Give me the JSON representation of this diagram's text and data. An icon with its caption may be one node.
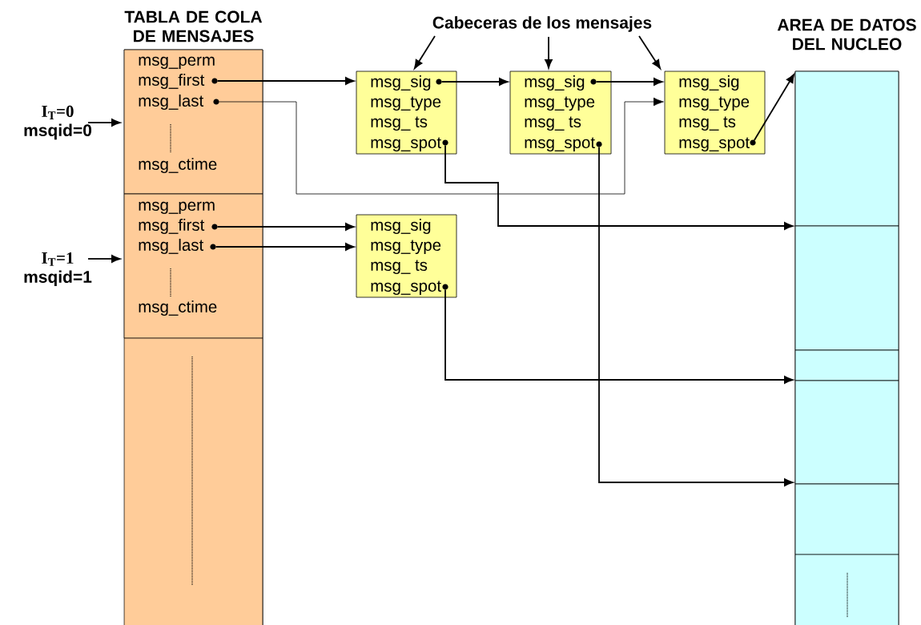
{
  "diagram": {
    "nodes": [
      {
        "text": [
          "TABLA DE COLA DE MENSAJES"
        ]
      },
      {
        "text": [
          "msg_perm",
          "msg_first",
          "msg_last",
          "msg_ctime"
        ],
        "in": 0
      },
      {
        "text": [
          "msg_perm",
          "msg_first",
          "msg_last",
          "msg_ctime"
        ],
        "in": 0
      },
      {
        "text": [],
        "shape": "box",
        "in": 0
      },
      {
        "text": [
          "Cabeceras de los mensajes"
        ]
      },
      {
        "text": [
          "msg_sig",
          "msg_type",
          "msg_ ts",
          "msg_spot"
        ]
      },
      {
        "text": [
          "msg_sig",
          "msg_type",
          "msg_ ts",
          "msg_spot"
        ]
      },
      {
        "text": [
          "msg_sig",
          "msg_type",
          "msg_ ts",
          "msg_spot"
        ]
      },
      {
        "text": [
          "msg_sig",
          "msg_type",
          "msg_ ts",
          "msg_spot"
        ]
      },
      {
        "text": [
          "AREA DE DATOS DEL NUCLEO"
        ]
      },
      {
        "text": [],
        "shape": "box",
        "in": 9
      },
      {
        "text": [],
        "shape": "box",
        "in": 9
      },
      {
        "text": [],
        "shape": "box",
        "in": 9
      },
      {
        "text": [],
        "shape": "box",
        "in": 9
      },
      {
        "text": [],
        "shape": "box",
        "in": 9
      },
      {
        "text": [],
        "shape": "box",
        "in": 9
      },
      {
        "text": [
          "I$_{T}$=0",
          "msqid=0"
        ]
      },
      {
        "text": [
          "I$_{T}$=1",
          "msqid=1"
        ]
      }
    ],
    "edges": [
      {
        "from": 1,
        "to": 5,
        "arrow": "to"
      },
      {
        "from": 1,
        "to": 7,
        "arrow": "to"
      },
      {
        "from": 5,
        "to": 6,
        "arrow": "to"
      },
      {
        "from": 6,
        "to": 7,
        "arrow": "to"
      },
      {
        "from": 7,
        "to": 10,
        "arrow": "to"
      },
      {
        "from": 5,
        "to": 11,
        "arrow": "to"
      },
      {
        "from": 6,
        "to": 14,
        "arrow": "to"
      },
      {
        "from": 2,
        "to": 8,
        "arrow": "to"
      },
      {
        "from": 2,
        "to": 8,
        "arrow": "to"
      },
      {
        "from": 8,
        "to": 13,
        "arrow": "to"
      },
      {
        "from": 4,
        "to": 5,
        "arrow": "to"
      },
      {
        "from": 4,
        "to": 6,
        "arrow": "to"
      },
      {
        "from": 4,
        "to": 7,
        "arrow": "to"
      },
      {
        "from": 16,
        "to": 1,
        "arrow": "to"
      },
      {
        "from": 17,
        "to": 2,
        "arrow": "to"
      }
    ]
  }
}
